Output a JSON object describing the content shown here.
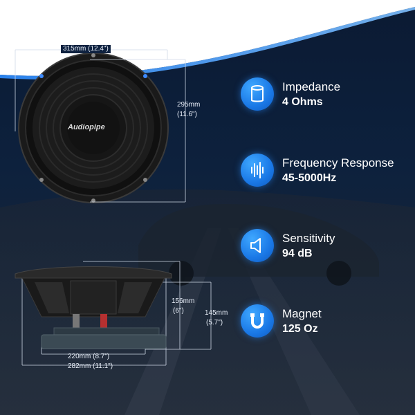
{
  "dimensions": {
    "front_width": "315mm (12.4\")",
    "front_height_mm": "295mm",
    "front_height_in": "(11.6\")",
    "side_height_a_mm": "156mm",
    "side_height_a_in": "(6\")",
    "side_height_b_mm": "145mm",
    "side_height_b_in": "(5.7\")",
    "base_width_a": "220mm (8.7\")",
    "base_width_b": "282mm (11.1\")"
  },
  "brand": {
    "logo_text": "Audiopipe"
  },
  "specs": [
    {
      "label": "Impedance",
      "value": "4 Ohms",
      "icon": "cylinder-icon"
    },
    {
      "label": "Frequency Response",
      "value": "45-5000Hz",
      "icon": "waveform-icon"
    },
    {
      "label": "Sensitivity",
      "value": "94 dB",
      "icon": "speaker-icon"
    },
    {
      "label": "Magnet",
      "value": "125 Oz",
      "icon": "magnet-icon"
    }
  ],
  "colors": {
    "accent": "#1a78e6",
    "background": "#0d213d",
    "sky_band": "#ffffff"
  }
}
